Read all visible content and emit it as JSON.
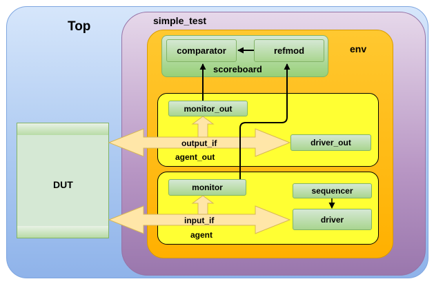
{
  "labels": {
    "top": "Top",
    "simple_test": "simple_test",
    "env": "env",
    "scoreboard": "scoreboard",
    "comparator": "comparator",
    "refmod": "refmod",
    "monitor_out": "monitor_out",
    "output_if": "output_if",
    "driver_out": "driver_out",
    "agent_out": "agent_out",
    "dut": "DUT",
    "monitor": "monitor",
    "sequencer": "sequencer",
    "input_if": "input_if",
    "driver": "driver",
    "agent": "agent"
  },
  "colors": {
    "top_fill": "#a9c7f0",
    "simple_test_fill": "#b896c4",
    "env_fill": "#ffb000",
    "agent_fill": "#ffff33",
    "component_fill": "#d5e8d4",
    "interface_arrow": "#ffe6a8"
  }
}
